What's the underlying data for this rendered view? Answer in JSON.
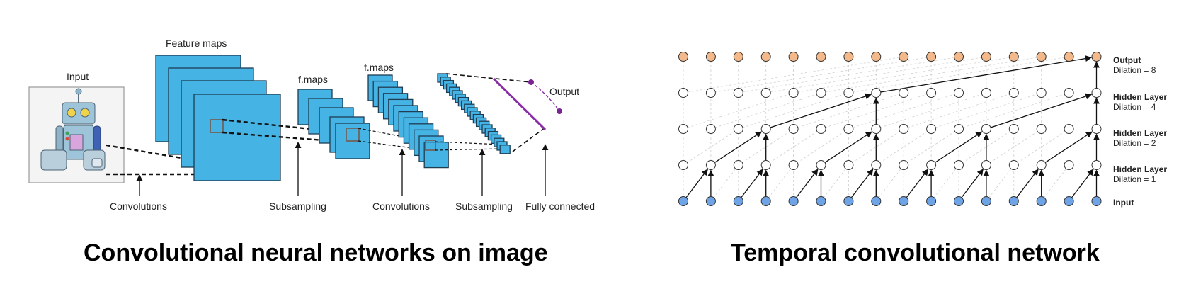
{
  "cnn": {
    "input_label": "Input",
    "feature_maps_label": "Feature maps",
    "fmaps_label_1": "f.maps",
    "fmaps_label_2": "f.maps",
    "output_label": "Output",
    "bottom_labels": [
      "Convolutions",
      "Subsampling",
      "Convolutions",
      "Subsampling",
      "Fully connected"
    ],
    "caption": "Convolutional neural networks on image"
  },
  "tcn": {
    "layers": [
      {
        "title": "Output",
        "subtitle": "Dilation = 8",
        "dilation": 8,
        "fill": "#f3b98a"
      },
      {
        "title": "Hidden Layer",
        "subtitle": "Dilation = 4",
        "dilation": 4,
        "fill": "#ffffff"
      },
      {
        "title": "Hidden Layer",
        "subtitle": "Dilation = 2",
        "dilation": 2,
        "fill": "#ffffff"
      },
      {
        "title": "Hidden Layer",
        "subtitle": "Dilation = 1",
        "dilation": 1,
        "fill": "#ffffff"
      },
      {
        "title": "Input",
        "subtitle": "",
        "dilation": 0,
        "fill": "#6ea3e6"
      }
    ],
    "nodes_per_layer": 16,
    "caption": "Temporal convolutional network"
  },
  "colors": {
    "feature_map": "#45b3e4",
    "fc_line": "#8a2ca6",
    "output_node": "#f3b98a",
    "input_node": "#6ea3e6"
  }
}
